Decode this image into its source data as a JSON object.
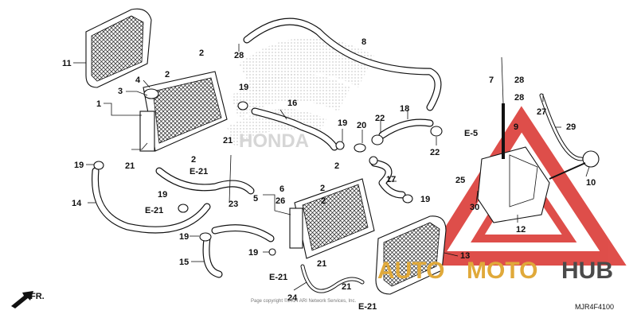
{
  "labels": {
    "n1": "1",
    "n2a": "2",
    "n2b": "2",
    "n2c": "2",
    "n2d": "2",
    "n2e": "2",
    "n2f": "2",
    "n3": "3",
    "n4": "4",
    "n5": "5",
    "n6": "6",
    "n7": "7",
    "n8": "8",
    "n9": "9",
    "n10": "10",
    "n11": "11",
    "n12": "12",
    "n13": "13",
    "n14": "14",
    "n15": "15",
    "n16": "16",
    "n17": "17",
    "n18": "18",
    "n19a": "19",
    "n19b": "19",
    "n19c": "19",
    "n19d": "19",
    "n19e": "19",
    "n19f": "19",
    "n19g": "19",
    "n20": "20",
    "n21a": "21",
    "n21b": "21",
    "n21c": "21",
    "n21d": "21",
    "n22a": "22",
    "n22b": "22",
    "n23": "23",
    "n24": "24",
    "n25": "25",
    "n26": "26",
    "n27": "27",
    "n28a": "28",
    "n28b": "28",
    "n28c": "28",
    "n29": "29",
    "n30": "30"
  },
  "refs": {
    "e21a": "E-21",
    "e21b": "E-21",
    "e21c": "E-21",
    "e21d": "E-21",
    "e5": "E-5"
  },
  "fr_label": "FR.",
  "part_code": "MJR4F4100",
  "copyright": "Page copyright ©2014 ARI Network Services, Inc.",
  "watermark": {
    "auto": "AUTO",
    "moto": "MOTO",
    "hub": "HUB"
  },
  "emblem_text": "HONDA",
  "colors": {
    "watermark_red": "#d9302b",
    "watermark_orange": "#e0a93a",
    "watermark_gray": "#4a4a4a"
  }
}
